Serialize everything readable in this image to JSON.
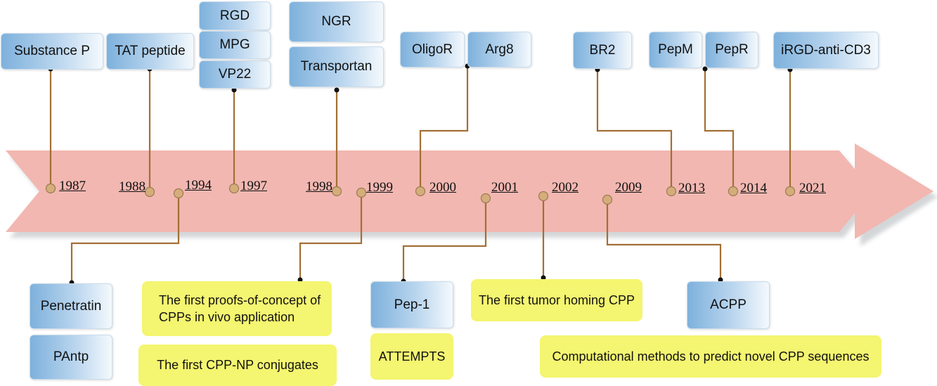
{
  "colors": {
    "chevron": "#f2b7b1",
    "chevron_shadow": "#c9cccf",
    "connector": "#a26f35",
    "node": "#d4ad7a",
    "box_blue": "#7eb1dc",
    "box_yellow": "#f4f570"
  },
  "years": [
    "1987",
    "1988",
    "1994",
    "1997",
    "1998",
    "1999",
    "2000",
    "2001",
    "2002",
    "2009",
    "2013",
    "2014",
    "2021"
  ],
  "top_boxes": {
    "substance_p": "Substance P",
    "tat_peptide": "TAT peptide",
    "rgd": "RGD",
    "mpg": "MPG",
    "vp22": "VP22",
    "ngr": "NGR",
    "transportan": "Transportan",
    "oligor": "OligoR",
    "arg8": "Arg8",
    "br2": "BR2",
    "pepm": "PepM",
    "pepr": "PepR",
    "irgd_anti_cd3": "iRGD-anti-CD3"
  },
  "bottom_boxes": {
    "penetratin": "Penetratin",
    "pantp": "PAntp",
    "proofs_line1": "The first proofs-of-concept of",
    "proofs_line2": "CPPs in vivo application",
    "cpp_np": "The first CPP-NP conjugates",
    "pep1": "Pep-1",
    "attempts": "ATTEMPTS",
    "tumor_homing": "The first tumor homing CPP",
    "acpp": "ACPP",
    "computational": "Computational methods to predict novel CPP sequences"
  }
}
